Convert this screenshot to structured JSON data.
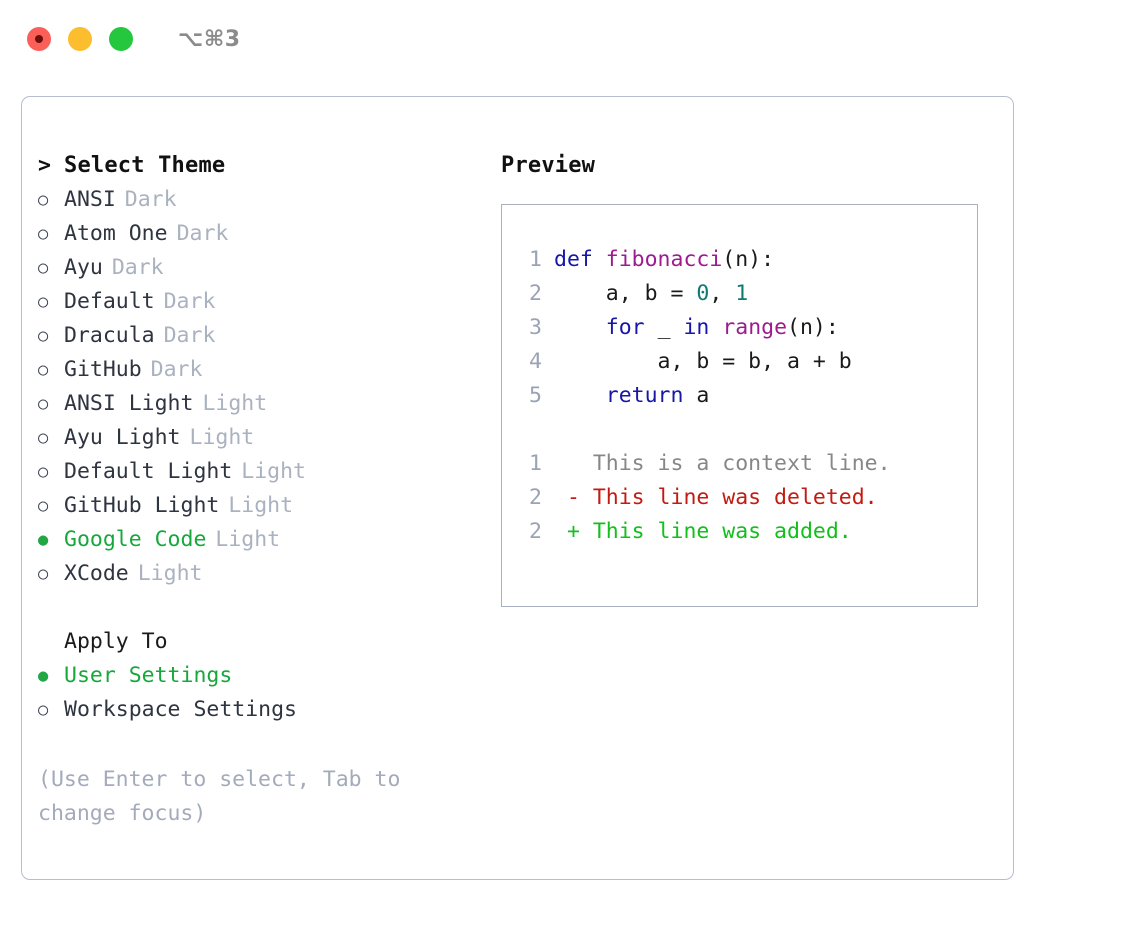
{
  "titlebar": {
    "shortcut": "⌥⌘3",
    "buttons": [
      {
        "name": "close",
        "color": "#fb5f57"
      },
      {
        "name": "minimize",
        "color": "#fcbd2e"
      },
      {
        "name": "maximize",
        "color": "#25c73f"
      }
    ]
  },
  "theme_selector": {
    "caret": ">",
    "title": "Select Theme",
    "bullet_off": "○",
    "bullet_on": "●",
    "items": [
      {
        "label": "ANSI",
        "group": "Dark",
        "selected": false
      },
      {
        "label": "Atom One",
        "group": "Dark",
        "selected": false
      },
      {
        "label": "Ayu",
        "group": "Dark",
        "selected": false
      },
      {
        "label": "Default",
        "group": "Dark",
        "selected": false
      },
      {
        "label": "Dracula",
        "group": "Dark",
        "selected": false
      },
      {
        "label": "GitHub",
        "group": "Dark",
        "selected": false
      },
      {
        "label": "ANSI Light",
        "group": "Light",
        "selected": false
      },
      {
        "label": "Ayu Light",
        "group": "Light",
        "selected": false
      },
      {
        "label": "Default Light",
        "group": "Light",
        "selected": false
      },
      {
        "label": "GitHub Light",
        "group": "Light",
        "selected": false
      },
      {
        "label": "Google Code",
        "group": "Light",
        "selected": true
      },
      {
        "label": "XCode",
        "group": "Light",
        "selected": false
      }
    ]
  },
  "apply_to": {
    "title": "Apply To",
    "options": [
      {
        "label": "User Settings",
        "selected": true
      },
      {
        "label": "Workspace Settings",
        "selected": false
      }
    ]
  },
  "hint": "(Use Enter to select, Tab to change focus)",
  "preview": {
    "title": "Preview",
    "code_lines": [
      {
        "n": "1",
        "tokens": [
          {
            "t": "def ",
            "c": "kw"
          },
          {
            "t": "fibonacci",
            "c": "fn"
          },
          {
            "t": "(n):",
            "c": "pl"
          }
        ]
      },
      {
        "n": "2",
        "tokens": [
          {
            "t": "    a, b = ",
            "c": "pl"
          },
          {
            "t": "0",
            "c": "num"
          },
          {
            "t": ", ",
            "c": "pl"
          },
          {
            "t": "1",
            "c": "num"
          }
        ]
      },
      {
        "n": "3",
        "tokens": [
          {
            "t": "    ",
            "c": "pl"
          },
          {
            "t": "for",
            "c": "kw"
          },
          {
            "t": " _ ",
            "c": "pl"
          },
          {
            "t": "in",
            "c": "kw"
          },
          {
            "t": " ",
            "c": "pl"
          },
          {
            "t": "range",
            "c": "fn"
          },
          {
            "t": "(n):",
            "c": "pl"
          }
        ]
      },
      {
        "n": "4",
        "tokens": [
          {
            "t": "        a, b = b, a + b",
            "c": "pl"
          }
        ]
      },
      {
        "n": "5",
        "tokens": [
          {
            "t": "    ",
            "c": "pl"
          },
          {
            "t": "return",
            "c": "kw"
          },
          {
            "t": " a",
            "c": "pl"
          }
        ]
      }
    ],
    "diff_lines": [
      {
        "n": "1",
        "marker": " ",
        "text": "This is a context line.",
        "kind": "ctx"
      },
      {
        "n": "2",
        "marker": "-",
        "text": "This line was deleted.",
        "kind": "del"
      },
      {
        "n": "2",
        "marker": "+",
        "text": "This line was added.",
        "kind": "add"
      }
    ]
  },
  "colors": {
    "accent_green": "#17a83c",
    "border": "#b6bdcc",
    "preview_border": "#a8b0c2",
    "muted": "#a3abbb",
    "group": "#aab2c0",
    "keyword": "#1616a8",
    "function": "#9c1c8f",
    "number": "#0e7a72",
    "diff_deleted": "#c21b12",
    "diff_added": "#13bf1b",
    "diff_context": "#878787",
    "line_number": "#9aa3b5"
  }
}
